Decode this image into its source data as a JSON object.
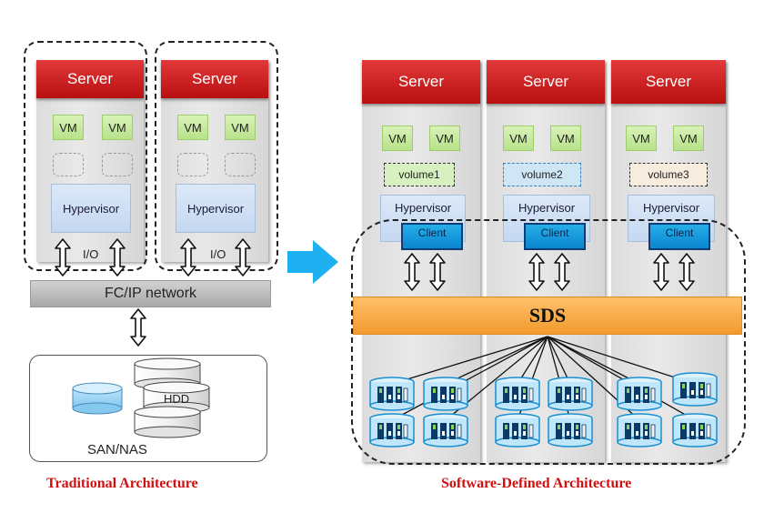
{
  "traditional": {
    "servers": [
      {
        "server": "Server",
        "vms": [
          "VM",
          "VM"
        ],
        "hypervisor": "Hypervisor",
        "io": "I/O"
      },
      {
        "server": "Server",
        "vms": [
          "VM",
          "VM"
        ],
        "hypervisor": "Hypervisor",
        "io": "I/O"
      }
    ],
    "network": "FC/IP network",
    "storage": {
      "disk": "HDD",
      "label": "SAN/NAS"
    },
    "caption": "Traditional Architecture"
  },
  "software_defined": {
    "servers": [
      {
        "server": "Server",
        "vms": [
          "VM",
          "VM"
        ],
        "volume": "volume1",
        "hypervisor": "Hypervisor",
        "client": "Client"
      },
      {
        "server": "Server",
        "vms": [
          "VM",
          "VM"
        ],
        "volume": "volume2",
        "hypervisor": "Hypervisor",
        "client": "Client"
      },
      {
        "server": "Server",
        "vms": [
          "VM",
          "VM"
        ],
        "volume": "volume3",
        "hypervisor": "Hypervisor",
        "client": "Client"
      }
    ],
    "sds": "SDS",
    "caption": "Software-Defined Architecture"
  },
  "colors": {
    "server_red": "#c81e1e",
    "sds_orange": "#f7a23c",
    "arrow_blue": "#1eb0f0",
    "caption_red": "#d01010",
    "volume_fills": [
      "#d6f0c0",
      "#cfe6f7",
      "#f8ecde"
    ]
  }
}
